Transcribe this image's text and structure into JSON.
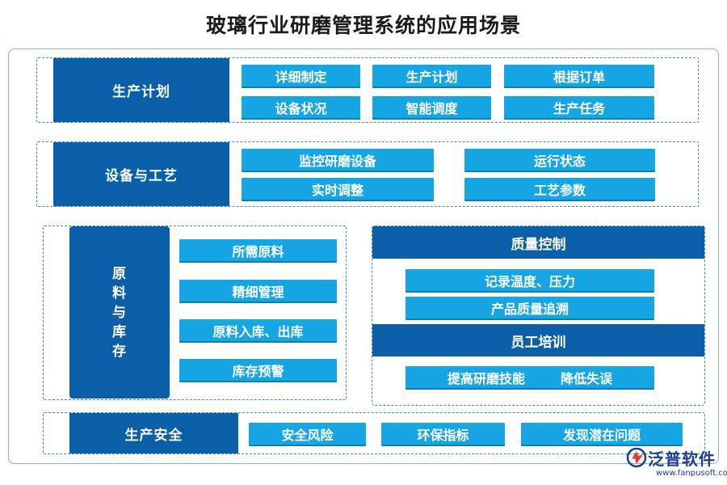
{
  "title": "玻璃行业研磨管理系统的应用场景",
  "production_plan": {
    "heading": "生产计划",
    "items": [
      "详细制定",
      "生产计划",
      "根据订单",
      "设备状况",
      "智能调度",
      "生产任务"
    ]
  },
  "equipment_process": {
    "heading": "设备与工艺",
    "items": [
      "监控研磨设备",
      "运行状态",
      "实时调整",
      "工艺参数"
    ]
  },
  "materials_inventory": {
    "heading_chars": [
      "原",
      "料",
      "与",
      "库",
      "存"
    ],
    "items": [
      "所需原料",
      "精细管理",
      "原料入库、出库",
      "库存预警"
    ]
  },
  "quality_control": {
    "heading": "质量控制",
    "items": [
      "记录温度、压力",
      "产品质量追溯"
    ]
  },
  "staff_training": {
    "heading": "员工培训",
    "items": [
      "提高研磨技能",
      "降低失误"
    ]
  },
  "production_safety": {
    "heading": "生产安全",
    "items": [
      "安全风险",
      "环保指标",
      "发现潜在问题"
    ]
  },
  "logo": {
    "name": "泛普软件",
    "url": "www.fanpusoft.com",
    "color": "#1c3e8e"
  },
  "colors": {
    "heading_blue": "#0a5fa8",
    "pill_blue": "#16a6e4",
    "dash_border": "#3b82c4"
  }
}
